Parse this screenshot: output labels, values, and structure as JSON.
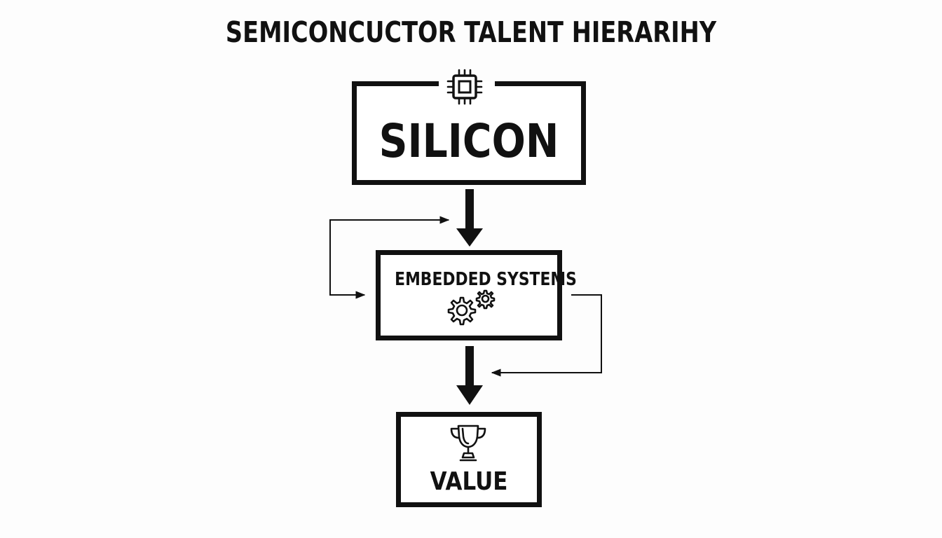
{
  "diagram": {
    "title": "SEMICONCUCTOR TALENT HIERARIHY",
    "nodes": {
      "silicon": {
        "label": "SILICON",
        "icon": "chip-icon"
      },
      "embedded": {
        "label": "EMBEDDED SYSTEMS",
        "icon": "gears-icon"
      },
      "value": {
        "label": "VALUE",
        "icon": "trophy-icon"
      }
    },
    "edges": [
      {
        "from": "silicon",
        "to": "embedded",
        "style": "thick-arrow"
      },
      {
        "from": "embedded",
        "to": "value",
        "style": "thick-arrow"
      },
      {
        "from": "embedded",
        "to": "embedded",
        "style": "thin-loop-left"
      },
      {
        "from": "embedded",
        "to": "value",
        "style": "thin-loop-right"
      }
    ],
    "colors": {
      "ink": "#111111",
      "background": "#fdfdfd"
    }
  }
}
